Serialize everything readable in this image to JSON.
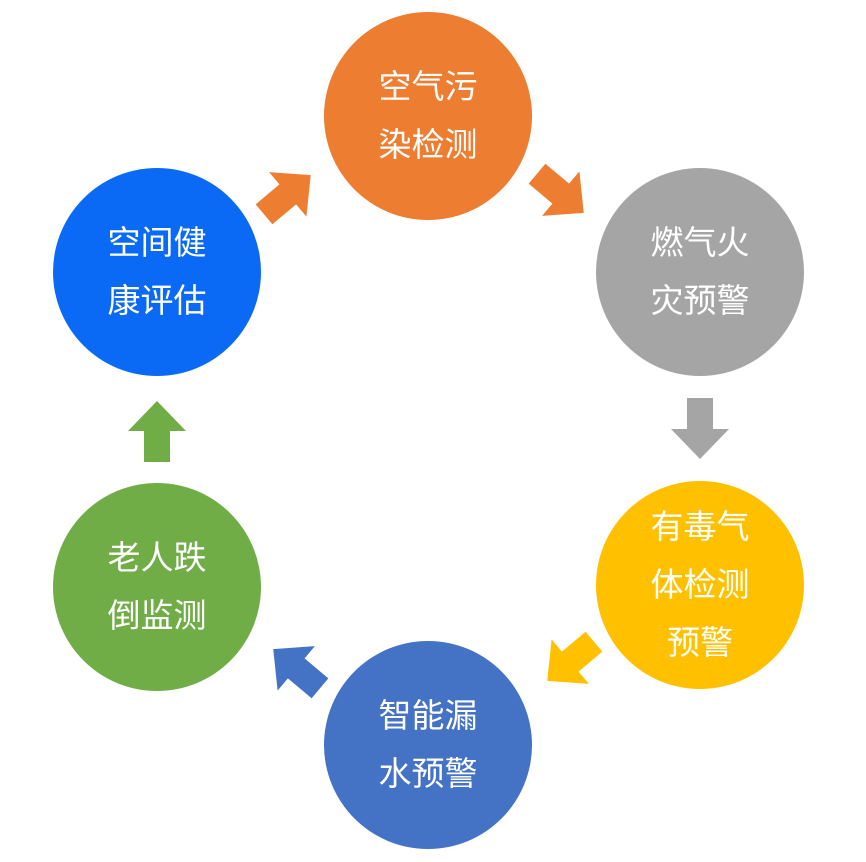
{
  "colors": {
    "orange": "#ED7D31",
    "gray": "#A5A5A5",
    "yellow": "#FFC000",
    "dark_blue": "#4472C4",
    "green": "#70AD47",
    "bright_blue": "#0A6AF5"
  },
  "nodes": [
    {
      "lines": [
        "空气污",
        "染检测"
      ]
    },
    {
      "lines": [
        "燃气火",
        "灾预警"
      ]
    },
    {
      "lines": [
        "有毒气",
        "体检测",
        "预警"
      ]
    },
    {
      "lines": [
        "智能漏",
        "水预警"
      ]
    },
    {
      "lines": [
        "老人跌",
        "倒监测"
      ]
    },
    {
      "lines": [
        "空间健",
        "康评估"
      ]
    }
  ]
}
